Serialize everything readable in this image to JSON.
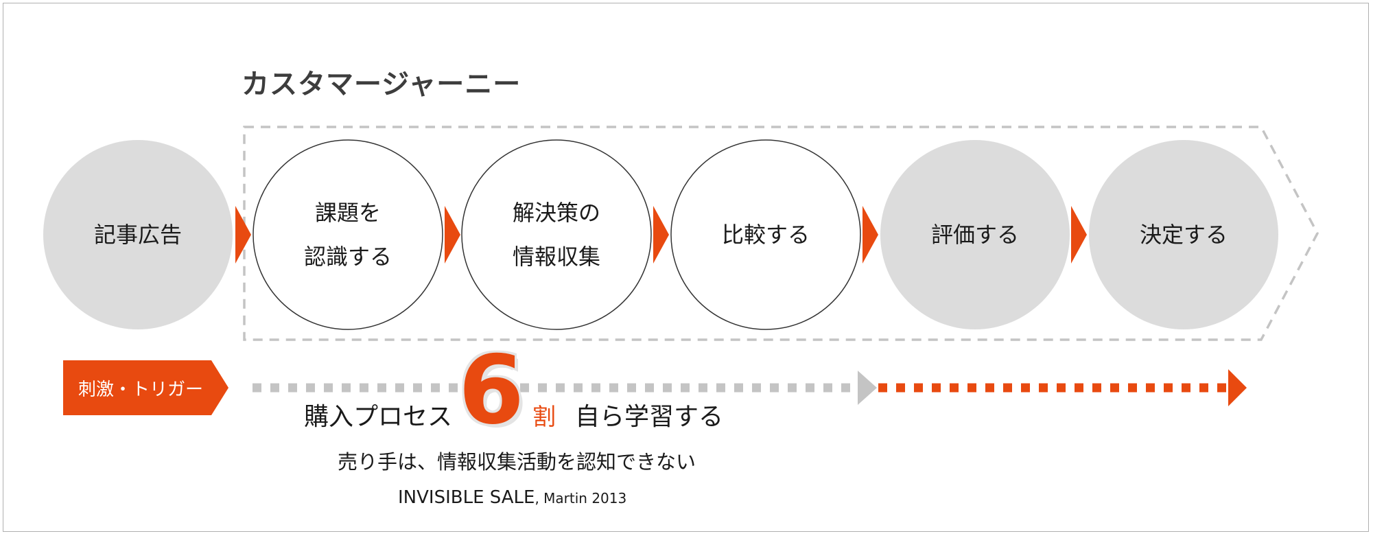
{
  "title": "カスタマージャーニー",
  "stages": [
    {
      "line1": "記事広告",
      "line2": "",
      "fill": "#dcdcdc",
      "stroke": "none"
    },
    {
      "line1": "課題を",
      "line2": "認識する",
      "fill": "#ffffff",
      "stroke": "#333333"
    },
    {
      "line1": "解決策の",
      "line2": "情報収集",
      "fill": "#ffffff",
      "stroke": "#333333"
    },
    {
      "line1": "比較する",
      "line2": "",
      "fill": "#ffffff",
      "stroke": "#333333"
    },
    {
      "line1": "評価する",
      "line2": "",
      "fill": "#dcdcdc",
      "stroke": "none"
    },
    {
      "line1": "決定する",
      "line2": "",
      "fill": "#dcdcdc",
      "stroke": "none"
    }
  ],
  "trigger": {
    "label": "刺激・トリガー"
  },
  "statistic": {
    "prefix": "購入プロセス",
    "number": "6",
    "unit": "割",
    "suffix": "自ら学習する"
  },
  "note": "売り手は、情報収集活動を認知できない",
  "citation": {
    "title": "INVISIBLE SALE",
    "author": ", Martin 2013"
  },
  "colors": {
    "accent": "#e84a10",
    "gray_fill": "#dcdcdc",
    "dash_gray": "#c4c4c4",
    "text": "#1a1a1a"
  }
}
